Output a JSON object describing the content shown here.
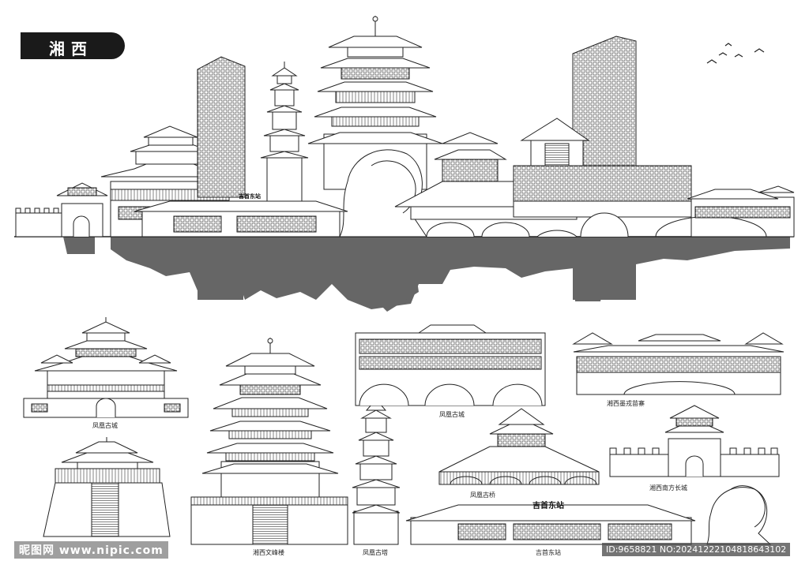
{
  "header": {
    "title": "湘西"
  },
  "skyline": {
    "station_sign": "吉首东站"
  },
  "items": [
    {
      "label": "凤凰古城"
    },
    {
      "label": "湘西文峰楼"
    },
    {
      "label": "凤凰古塔"
    },
    {
      "label": "凤凰古城"
    },
    {
      "label": "凤凰古桥"
    },
    {
      "label": "吉首东站",
      "sign": "吉首东站"
    },
    {
      "label": "湘西墨戎苗寨"
    },
    {
      "label": "湘西南方长城"
    }
  ],
  "watermark": {
    "site": "昵图网 www.nipic.com",
    "id": "ID:9658821 NO:20241222104818643102"
  },
  "colors": {
    "ink": "#1a1a1a",
    "reflection": "#666666",
    "line": "#333333"
  }
}
